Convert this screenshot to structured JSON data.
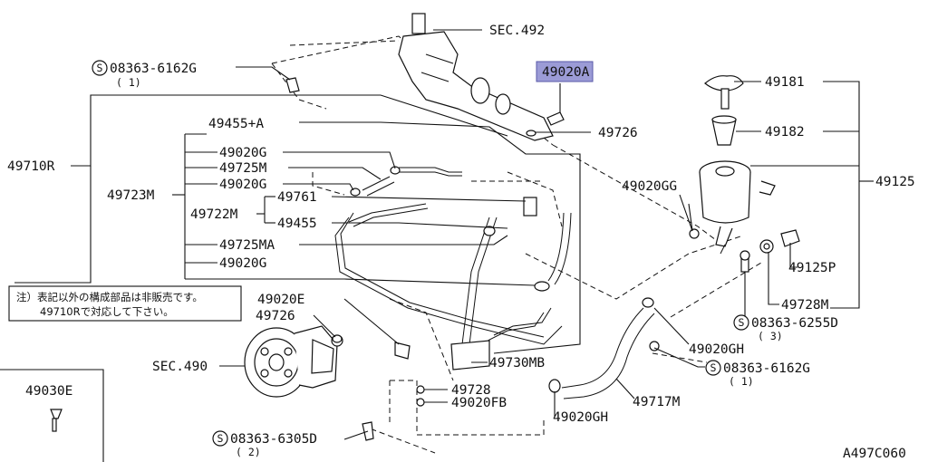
{
  "diagram": {
    "labels": {
      "sec492": "SEC.492",
      "p49020A": "49020A",
      "bolt_top": "08363-6162G",
      "bolt_top_qty": "( 1)",
      "p49455A": "49455+A",
      "p49726_top": "49726",
      "p49710R": "49710R",
      "p49020G_1": "49020G",
      "p49725M": "49725M",
      "p49723M": "49723M",
      "p49020G_2": "49020G",
      "p49761": "49761",
      "p49722M": "49722M",
      "p49455": "49455",
      "p49725MA": "49725MA",
      "p49020G_3": "49020G",
      "p49020GG": "49020GG",
      "p49181": "49181",
      "p49182": "49182",
      "p49125": "49125",
      "p49125P": "49125P",
      "p49728M": "49728M",
      "bolt_right1": "08363-6255D",
      "bolt_right1_qty": "( 3)",
      "p49020GH_1": "49020GH",
      "bolt_right2": "08363-6162G",
      "bolt_right2_qty": "( 1)",
      "p49717M": "49717M",
      "p49020GH_2": "49020GH",
      "p49020E": "49020E",
      "p49726_left": "49726",
      "sec490": "SEC.490",
      "p49730MB": "49730MB",
      "p49728": "49728",
      "p49020FB": "49020FB",
      "p49030E": "49030E",
      "bolt_bottom": "08363-6305D",
      "bolt_bottom_qty": "( 2)",
      "circle_s": "S",
      "note_line1": "注）表記以外の構成部品は非販売です。",
      "note_line2": "49710Rで対応して下さい。",
      "ref_code": "A497C060"
    },
    "highlight_color": "#9b9bd6"
  }
}
